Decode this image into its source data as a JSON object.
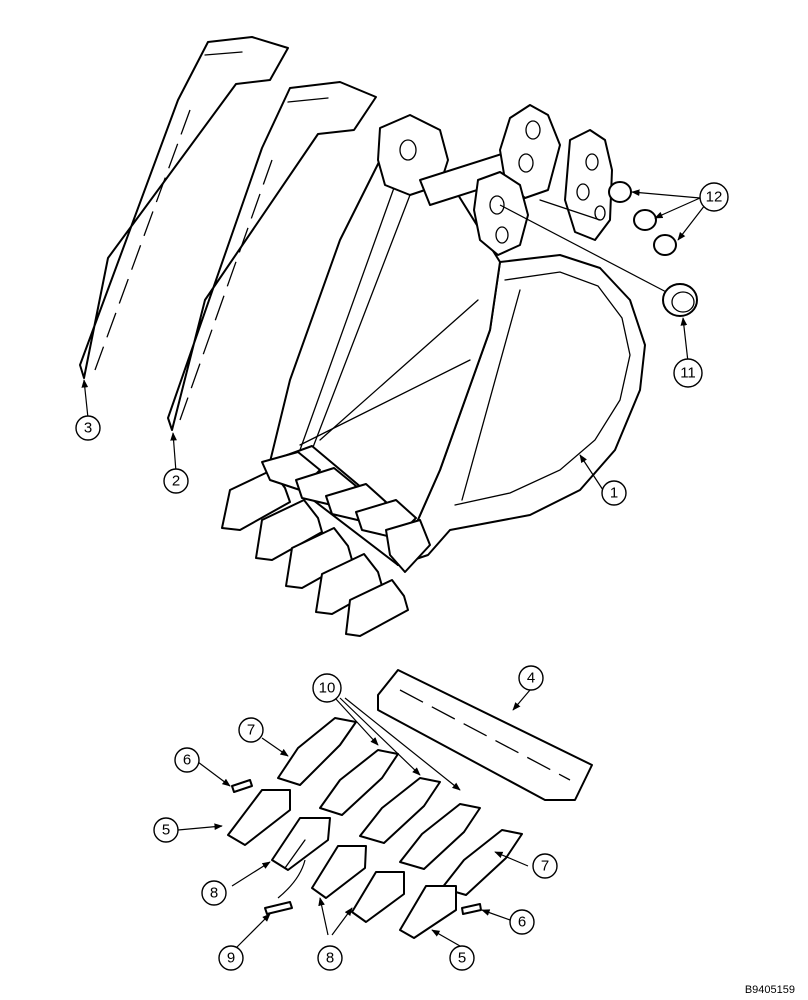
{
  "diagram": {
    "reference_code": "B9405159",
    "callouts": {
      "c1": "1",
      "c2": "2",
      "c3": "3",
      "c4": "4",
      "c5a": "5",
      "c5b": "5",
      "c6a": "6",
      "c6b": "6",
      "c7a": "7",
      "c7b": "7",
      "c8a": "8",
      "c8b": "8",
      "c9": "9",
      "c10": "10",
      "c11": "11",
      "c12": "12"
    }
  }
}
